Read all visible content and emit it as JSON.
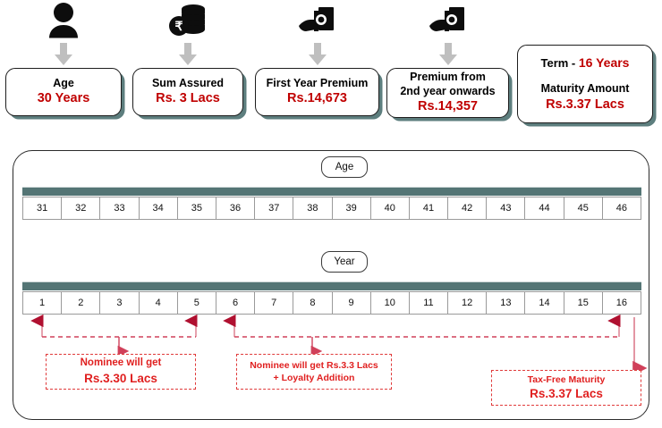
{
  "summary_cards": [
    {
      "icon": "person-icon",
      "arrow": "down-arrow-icon",
      "label": "Age",
      "value": "30 Years"
    },
    {
      "icon": "rupee-coin-stack-icon",
      "arrow": "down-arrow-icon",
      "label": "Sum Assured",
      "value": "Rs. 3 Lacs"
    },
    {
      "icon": "hand-cash-icon",
      "arrow": "down-arrow-icon",
      "label": "First Year Premium",
      "value": "Rs.14,673"
    },
    {
      "icon": "hand-cash-icon",
      "arrow": "down-arrow-icon",
      "label_line1": "Premium from",
      "label_line2": "2nd year onwards",
      "value": "Rs.14,357"
    }
  ],
  "term_card": {
    "term_label": "Term  -",
    "term_value": "16 Years",
    "maturity_label": "Maturity Amount",
    "maturity_value": "Rs.3.37 Lacs"
  },
  "timeline": {
    "age_pill": "Age",
    "year_pill": "Year",
    "age_values": [
      "31",
      "32",
      "33",
      "34",
      "35",
      "36",
      "37",
      "38",
      "39",
      "40",
      "41",
      "42",
      "43",
      "44",
      "45",
      "46"
    ],
    "year_values": [
      "1",
      "2",
      "3",
      "4",
      "5",
      "6",
      "7",
      "8",
      "9",
      "10",
      "11",
      "12",
      "13",
      "14",
      "15",
      "16"
    ],
    "marker_years": [
      1,
      5,
      6,
      16
    ]
  },
  "callouts": [
    {
      "line1": "Nominee will get",
      "line2": "Rs.3.30 Lacs",
      "span_from_year": 1,
      "span_to_year": 5
    },
    {
      "line1": "Nominee will get Rs.3.3 Lacs",
      "line2": "+ Loyalty Addition",
      "span_from_year": 6,
      "span_to_year": 16
    },
    {
      "line1": "Tax-Free Maturity",
      "line2": "Rs.3.37 Lacs",
      "span_from_year": 16,
      "span_to_year": 16
    }
  ],
  "colors": {
    "red": "#c00000",
    "callout_red": "#e02020",
    "teal": "#547575",
    "arrow_gray": "#bfbfbf",
    "border_dark": "#1d1d1d"
  }
}
